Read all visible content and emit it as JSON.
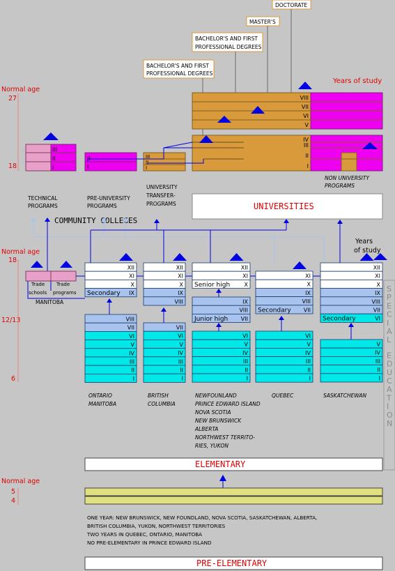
{
  "degree_labels": {
    "doctorate": "DOCTORATE",
    "masters": "MASTER'S",
    "bachelors_upper_1": "BACHELOR'S AND FIRST",
    "bachelors_upper_2": "PROFESSIONAL DEGREES",
    "bachelors_lower_1": "BACHELOR'S AND FIRST",
    "bachelors_lower_2": "PROFESSIONAL DEGREES"
  },
  "axis": {
    "normal_age_top": "Normal age",
    "age_27": "27",
    "age_18_top": "18",
    "normal_age_mid": "Normal age",
    "age_18_mid": "18",
    "age_12_13": "12/13",
    "age_6": "6",
    "normal_age_bottom": "Normal age",
    "age_5": "5",
    "age_4": "4",
    "years_of_study_top": "Years of study",
    "years_of_study_mid_1": "Years",
    "years_of_study_mid_2": "of study"
  },
  "university_block": {
    "roman_top": [
      "VIII",
      "VII",
      "VI",
      "V"
    ],
    "roman_bottom": [
      "IV",
      "III",
      "II",
      "I"
    ]
  },
  "post_secondary": {
    "technical_programs_1": "TECHNICAL",
    "technical_programs_2": "PROGRAMS",
    "pre_university_1": "PRE-UNIVERSITY",
    "pre_university_2": "PROGRAMS",
    "university_transfer_1": "UNIVERSITY",
    "university_transfer_2": "TRANSFER-",
    "university_transfer_3": "PROGRAMS",
    "non_university_1": "NON UNIVERSITY",
    "non_university_2": "PROGRAMS",
    "community_colleges": "COMMUNITY COLLEGES",
    "universities": "UNIVERSITIES",
    "tech_roman": [
      "III",
      "II",
      "I"
    ],
    "preuni_roman": [
      "II",
      "I"
    ],
    "transfer_roman": [
      "III",
      "II",
      "I"
    ]
  },
  "trade": {
    "trade_schools_1": "Trade",
    "trade_schools_2": "schools",
    "trade_programs_1": "Trade",
    "trade_programs_2": "programs",
    "manitoba": "MANITOBA"
  },
  "columns": {
    "ontario": {
      "upper": [
        "XII",
        "XI",
        "X"
      ],
      "secondary_label": "Secondary",
      "secondary_roman": "IX",
      "lower": [
        "VIII",
        "VII",
        "VI",
        "V",
        "IV",
        "III",
        "II",
        "I"
      ],
      "caption_1": "ONTARIO",
      "caption_2": "MANITOBA"
    },
    "bc": {
      "upper": [
        "XII",
        "XI",
        "X",
        "IX",
        "VIII"
      ],
      "lower": [
        "VII",
        "VI",
        "V",
        "IV",
        "III",
        "II",
        "I"
      ],
      "caption_1": "BRITISH",
      "caption_2": "COLUMBIA"
    },
    "newfoundland": {
      "upper": [
        "XII",
        "XI"
      ],
      "senior_high_label": "Senior high",
      "senior_high_roman": "X",
      "middle": [
        "IX",
        "VIII"
      ],
      "junior_high_label": "Junior high",
      "junior_high_roman": "VII",
      "lower": [
        "VI",
        "V",
        "IV",
        "III",
        "II",
        "I"
      ],
      "captions": [
        "NEWFOUNLAND",
        "PRINCE EDWARD ISLAND",
        "NOVA SCOTIA",
        "NEW BRUNSWICK",
        "ALBERTA",
        "NORTHWEST TERRITO-",
        "RIES, YUKON"
      ]
    },
    "quebec": {
      "upper": [
        "XI",
        "X",
        "IX",
        "VIII"
      ],
      "secondary_label": "Secondary",
      "secondary_roman": "VII",
      "lower": [
        "VI",
        "V",
        "IV",
        "III",
        "II",
        "I"
      ],
      "caption_1": "QUEBEC"
    },
    "saskatchewan": {
      "upper": [
        "XII",
        "XI",
        "X",
        "IX",
        "VIII",
        "VII"
      ],
      "secondary_label": "Secondary",
      "secondary_roman": "VI",
      "lower": [
        "V",
        "IV",
        "III",
        "II",
        "I"
      ],
      "caption_1": "SASKATCHEWAN"
    }
  },
  "special_education": "SPECIAL EDUCATION",
  "elementary": "ELEMENTARY",
  "pre_elementary": "PRE-ELEMENTARY",
  "notes": [
    "ONE YEAR: NEW BRUNSWICK, NEW FOUNDLAND, NOVA SCOTIA, SASKATCHEWAN, ALBERTA,",
    "BRITISH COLUMBIA, YUKON, NORTHWEST TERRITORIES",
    "TWO YEARS IN QUEBEC, ONTARIO, MANITOBA",
    "NO PRE-ELEMENTARY IN PRINCE EDWARD ISLAND"
  ],
  "colors": {
    "background": "#c6c6c6",
    "university": "#d99a3c",
    "non_university": "#f000f0",
    "technical": "#e8a0c8",
    "secondary_blue": "#a8c4ee",
    "primary_cyan": "#00e8e8",
    "pre_elementary": "#e0e080",
    "accent_red": "#e00000",
    "arrow_blue": "#0000e0"
  }
}
